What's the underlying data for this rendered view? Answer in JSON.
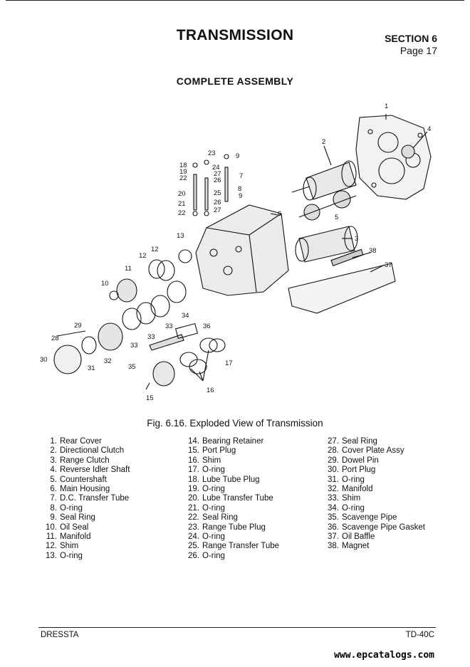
{
  "header": {
    "title": "TRANSMISSION",
    "section": "SECTION 6",
    "page": "Page  17"
  },
  "subtitle": "COMPLETE ASSEMBLY",
  "figure": {
    "caption": "Fig. 6.16. Exploded View of Transmission"
  },
  "parts": [
    {
      "num": "1.",
      "name": "Rear Cover"
    },
    {
      "num": "2.",
      "name": "Directional Clutch"
    },
    {
      "num": "3.",
      "name": "Range Clutch"
    },
    {
      "num": "4.",
      "name": "Reverse Idler Shaft"
    },
    {
      "num": "5.",
      "name": "Countershaft"
    },
    {
      "num": "6.",
      "name": "Main Housing"
    },
    {
      "num": "7.",
      "name": "D.C. Transfer Tube"
    },
    {
      "num": "8.",
      "name": "O-ring"
    },
    {
      "num": "9.",
      "name": "Seal Ring"
    },
    {
      "num": "10.",
      "name": "Oil Seal"
    },
    {
      "num": "11.",
      "name": "Manifold"
    },
    {
      "num": "12.",
      "name": "Shim"
    },
    {
      "num": "13.",
      "name": "O-ring"
    },
    {
      "num": "14.",
      "name": "Bearing Retainer"
    },
    {
      "num": "15.",
      "name": "Port Plug"
    },
    {
      "num": "16.",
      "name": "Shim"
    },
    {
      "num": "17.",
      "name": "O-ring"
    },
    {
      "num": "18.",
      "name": "Lube Tube Plug"
    },
    {
      "num": "19.",
      "name": "O-ring"
    },
    {
      "num": "20.",
      "name": "Lube Transfer Tube"
    },
    {
      "num": "21.",
      "name": "O-ring"
    },
    {
      "num": "22.",
      "name": "Seal Ring"
    },
    {
      "num": "23.",
      "name": "Range Tube Plug"
    },
    {
      "num": "24.",
      "name": "O-ring"
    },
    {
      "num": "25.",
      "name": "Range Transfer Tube"
    },
    {
      "num": "26.",
      "name": "O-ring"
    },
    {
      "num": "27.",
      "name": "Seal Ring"
    },
    {
      "num": "28.",
      "name": "Cover Plate Assy"
    },
    {
      "num": "29.",
      "name": "Dowel Pin"
    },
    {
      "num": "30.",
      "name": "Port Plug"
    },
    {
      "num": "31.",
      "name": "O-ring"
    },
    {
      "num": "32.",
      "name": "Manifold"
    },
    {
      "num": "33.",
      "name": "Shim"
    },
    {
      "num": "34.",
      "name": "O-ring"
    },
    {
      "num": "35.",
      "name": "Scavenge Pipe"
    },
    {
      "num": "36.",
      "name": "Scavenge Pipe Gasket"
    },
    {
      "num": "37.",
      "name": "Oil Baffle"
    },
    {
      "num": "38.",
      "name": "Magnet"
    }
  ],
  "callouts": [
    "1",
    "2",
    "3",
    "4",
    "5",
    "6",
    "7",
    "8",
    "9",
    "9",
    "10",
    "11",
    "12",
    "12",
    "13",
    "15",
    "16",
    "17",
    "18",
    "19",
    "20",
    "21",
    "22",
    "22",
    "23",
    "24",
    "25",
    "26",
    "26",
    "27",
    "27",
    "28",
    "29",
    "30",
    "31",
    "32",
    "33",
    "33",
    "33",
    "34",
    "35",
    "36",
    "37",
    "38"
  ],
  "footer": {
    "left": "DRESSTA",
    "right": "TD-40C",
    "watermark": "www.epcatalogs.com"
  }
}
